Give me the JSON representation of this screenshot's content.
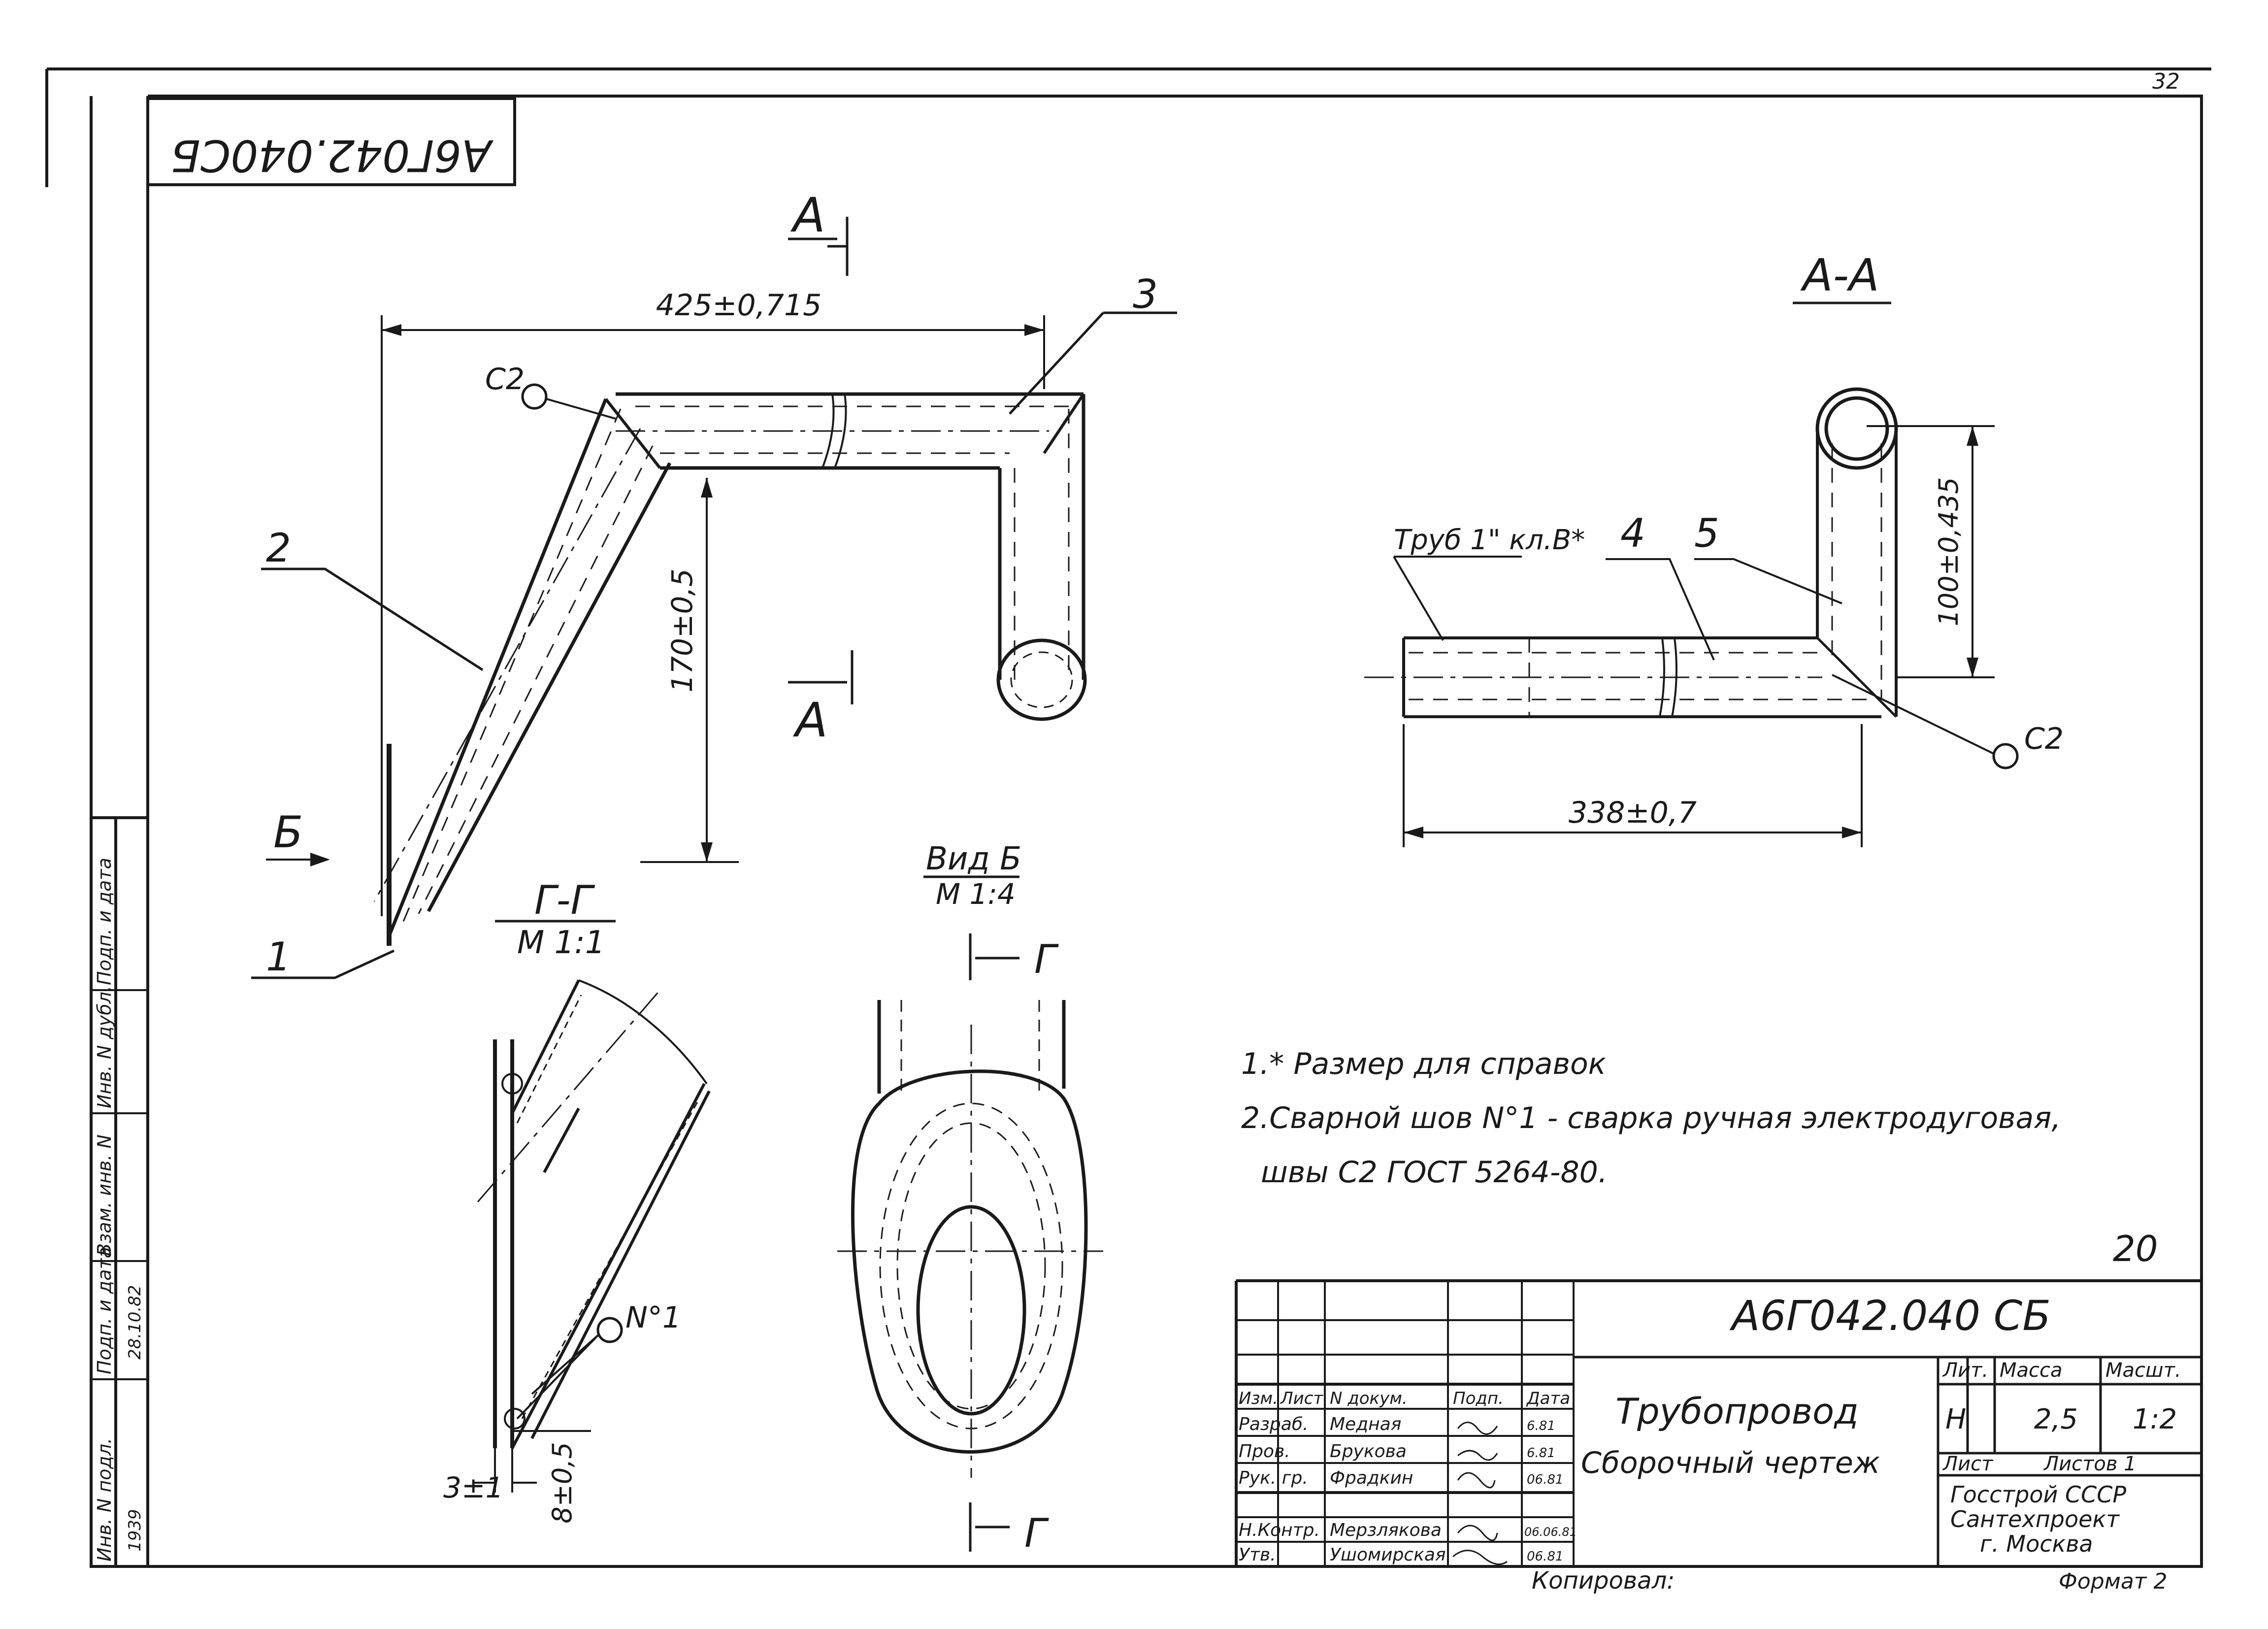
{
  "title_block": {
    "doc_code_rotated": "А6Г042.040СБ",
    "doc_code": "А6Г042.040 СБ",
    "name_line1": "Трубопровод",
    "name_line2": "Сборочный чертеж",
    "lit_header": "Лит.",
    "mass_header": "Масса",
    "scale_header": "Масшт.",
    "lit_value": "Н",
    "mass_value": "2,5",
    "scale_value": "1:2",
    "sheet_label": "Лист",
    "sheets_label": "Листов 1",
    "org_line1": "Госстрой СССР",
    "org_line2": "Сантехпроект",
    "org_line3": "г. Москва",
    "copied_label": "Копировал:",
    "format_label": "Формат 2",
    "page_corner": "32",
    "sheet_number": "20",
    "header_row": [
      "Изм.",
      "Лист",
      "N докум.",
      "Подп.",
      "Дата"
    ],
    "signers": [
      {
        "role": "Разраб.",
        "name": "Медная",
        "sign": "",
        "date": "6.81"
      },
      {
        "role": "Пров.",
        "name": "Брукова",
        "sign": "",
        "date": "6.81"
      },
      {
        "role": "Рук. гр.",
        "name": "Фрадкин",
        "sign": "",
        "date": "06.81"
      },
      {
        "role": "Н.Контр.",
        "name": "Мерзлякова",
        "sign": "",
        "date": "06.06.81"
      },
      {
        "role": "Утв.",
        "name": "Ушомирская",
        "sign": "",
        "date": "06.81"
      }
    ]
  },
  "side_stamp": {
    "cells": [
      "Инв. N подл.",
      "Подп. и дата",
      "Взам. инв. N",
      "Инв. N дубл.",
      "Подп. и дата"
    ],
    "inv_number": "1939",
    "sign_date": "28.10.82"
  },
  "main_view": {
    "section_a_top": "А",
    "section_a_bottom": "А",
    "dim_width": "425±0,715",
    "dim_height": "170±0,5",
    "weld_label": "С2",
    "view_b_arrow": "Б",
    "callouts": [
      "1",
      "2",
      "3"
    ]
  },
  "section_aa": {
    "title": "А-А",
    "pipe_label": "Труб 1\" кл.В*",
    "callouts": [
      "4",
      "5"
    ],
    "dim_length": "338±0,7",
    "dim_height": "100±0,435",
    "weld_label": "С2"
  },
  "section_gg": {
    "title": "Г-Г",
    "scale": "М 1:1",
    "weld_mark": "N°1",
    "dim_left": "3±1",
    "dim_right": "8±0,5"
  },
  "view_b": {
    "title": "Вид Б",
    "scale": "М 1:4",
    "cut_top": "Г",
    "cut_bottom": "Г"
  },
  "notes": [
    "1.* Размер для справок",
    "2.Сварной шов N°1 - сварка ручная электродуговая,",
    "швы С2 ГОСТ 5264-80."
  ]
}
